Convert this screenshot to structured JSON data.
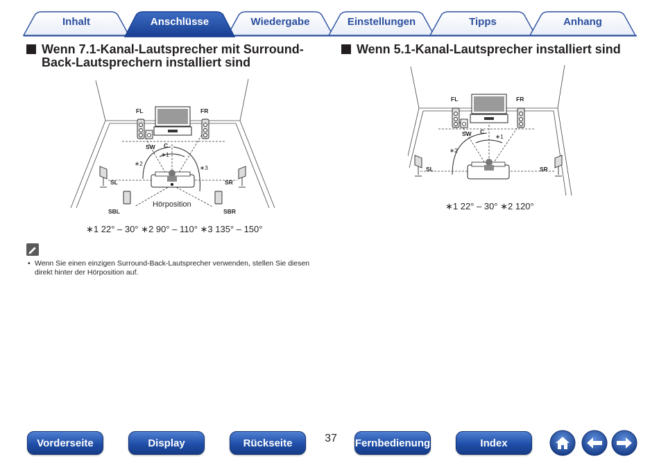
{
  "tabs": [
    {
      "label": "Inhalt",
      "active": false
    },
    {
      "label": "Anschlüsse",
      "active": true
    },
    {
      "label": "Wiedergabe",
      "active": false
    },
    {
      "label": "Einstellungen",
      "active": false
    },
    {
      "label": "Tipps",
      "active": false
    },
    {
      "label": "Anhang",
      "active": false
    }
  ],
  "section_71": {
    "title_line1": "Wenn 7.1-Kanal-Lautsprecher mit Surround-",
    "title_line2": "Back-Lautsprechern installiert sind",
    "diagram": {
      "labels": {
        "fl": "FL",
        "fr": "FR",
        "sw": "SW",
        "c": "C",
        "sl": "SL",
        "sr": "SR",
        "sbl": "SBL",
        "sbr": "SBR",
        "listen": "Hörposition",
        "m1": "∗1",
        "m2": "∗2",
        "m3": "∗3"
      }
    },
    "angles": "∗1 22° – 30°   ∗2 90° – 110°   ∗3 135° – 150°"
  },
  "section_51": {
    "title": "Wenn 5.1-Kanal-Lautsprecher installiert sind",
    "diagram": {
      "labels": {
        "fl": "FL",
        "fr": "FR",
        "sw": "SW",
        "c": "C",
        "sl": "SL",
        "sr": "SR",
        "m1": "∗1",
        "m2": "∗2"
      }
    },
    "angles": "∗1 22° – 30°   ∗2 120°"
  },
  "note": {
    "icon": "pencil-note-icon",
    "text": "Wenn Sie einen einzigen Surround-Back-Lautsprecher verwenden, stellen Sie diesen direkt hinter der Hörposition auf."
  },
  "bottom_nav": {
    "front": "Vorderseite",
    "display": "Display",
    "back": "Rückseite",
    "remote": "Fernbedienung",
    "index": "Index",
    "page_number": "37",
    "home_icon": "home-icon",
    "prev_icon": "arrow-left-icon",
    "next_icon": "arrow-right-icon"
  },
  "colors": {
    "accent": "#1f4ea8",
    "tab_text": "#2b4f9e",
    "tab_active_bg": "#1f4ea8"
  }
}
